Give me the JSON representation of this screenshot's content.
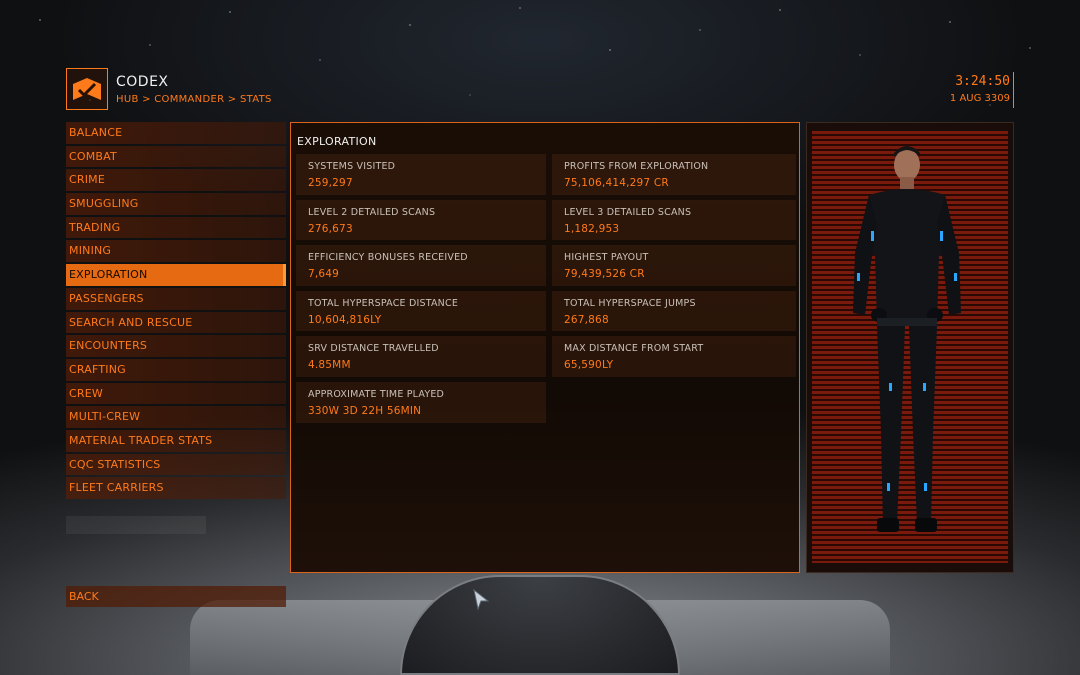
{
  "header": {
    "title": "CODEX",
    "breadcrumb": "HUB > COMMANDER > STATS",
    "clock": "3:24:50",
    "date": "1 AUG 3309",
    "logo_icon": "codex-book-icon"
  },
  "sidebar": {
    "items": [
      {
        "label": "BALANCE",
        "active": false
      },
      {
        "label": "COMBAT",
        "active": false
      },
      {
        "label": "CRIME",
        "active": false
      },
      {
        "label": "SMUGGLING",
        "active": false
      },
      {
        "label": "TRADING",
        "active": false
      },
      {
        "label": "MINING",
        "active": false
      },
      {
        "label": "EXPLORATION",
        "active": true
      },
      {
        "label": "PASSENGERS",
        "active": false
      },
      {
        "label": "SEARCH AND RESCUE",
        "active": false
      },
      {
        "label": "ENCOUNTERS",
        "active": false
      },
      {
        "label": "CRAFTING",
        "active": false
      },
      {
        "label": "CREW",
        "active": false
      },
      {
        "label": "MULTI-CREW",
        "active": false
      },
      {
        "label": "MATERIAL TRADER STATS",
        "active": false
      },
      {
        "label": "CQC STATISTICS",
        "active": false
      },
      {
        "label": "FLEET CARRIERS",
        "active": false
      }
    ],
    "back_label": "BACK"
  },
  "panel": {
    "title": "EXPLORATION",
    "stats": [
      {
        "label": "SYSTEMS VISITED",
        "value": "259,297"
      },
      {
        "label": "PROFITS FROM EXPLORATION",
        "value": "75,106,414,297 CR"
      },
      {
        "label": "LEVEL 2 DETAILED SCANS",
        "value": "276,673"
      },
      {
        "label": "LEVEL 3 DETAILED SCANS",
        "value": "1,182,953"
      },
      {
        "label": "EFFICIENCY BONUSES RECEIVED",
        "value": "7,649"
      },
      {
        "label": "HIGHEST PAYOUT",
        "value": "79,439,526 CR"
      },
      {
        "label": "TOTAL HYPERSPACE DISTANCE",
        "value": "10,604,816LY"
      },
      {
        "label": "TOTAL HYPERSPACE JUMPS",
        "value": "267,868"
      },
      {
        "label": "SRV DISTANCE TRAVELLED",
        "value": "4.85MM"
      },
      {
        "label": "MAX DISTANCE FROM START",
        "value": "65,590LY"
      },
      {
        "label": "APPROXIMATE TIME PLAYED",
        "value": "330W 3D 22H 56MIN"
      }
    ]
  },
  "colors": {
    "accent": "#ff7a1a",
    "active_bg": "#e56a12",
    "label_text": "#c8c0b8",
    "title_text": "#f0f0f0"
  }
}
